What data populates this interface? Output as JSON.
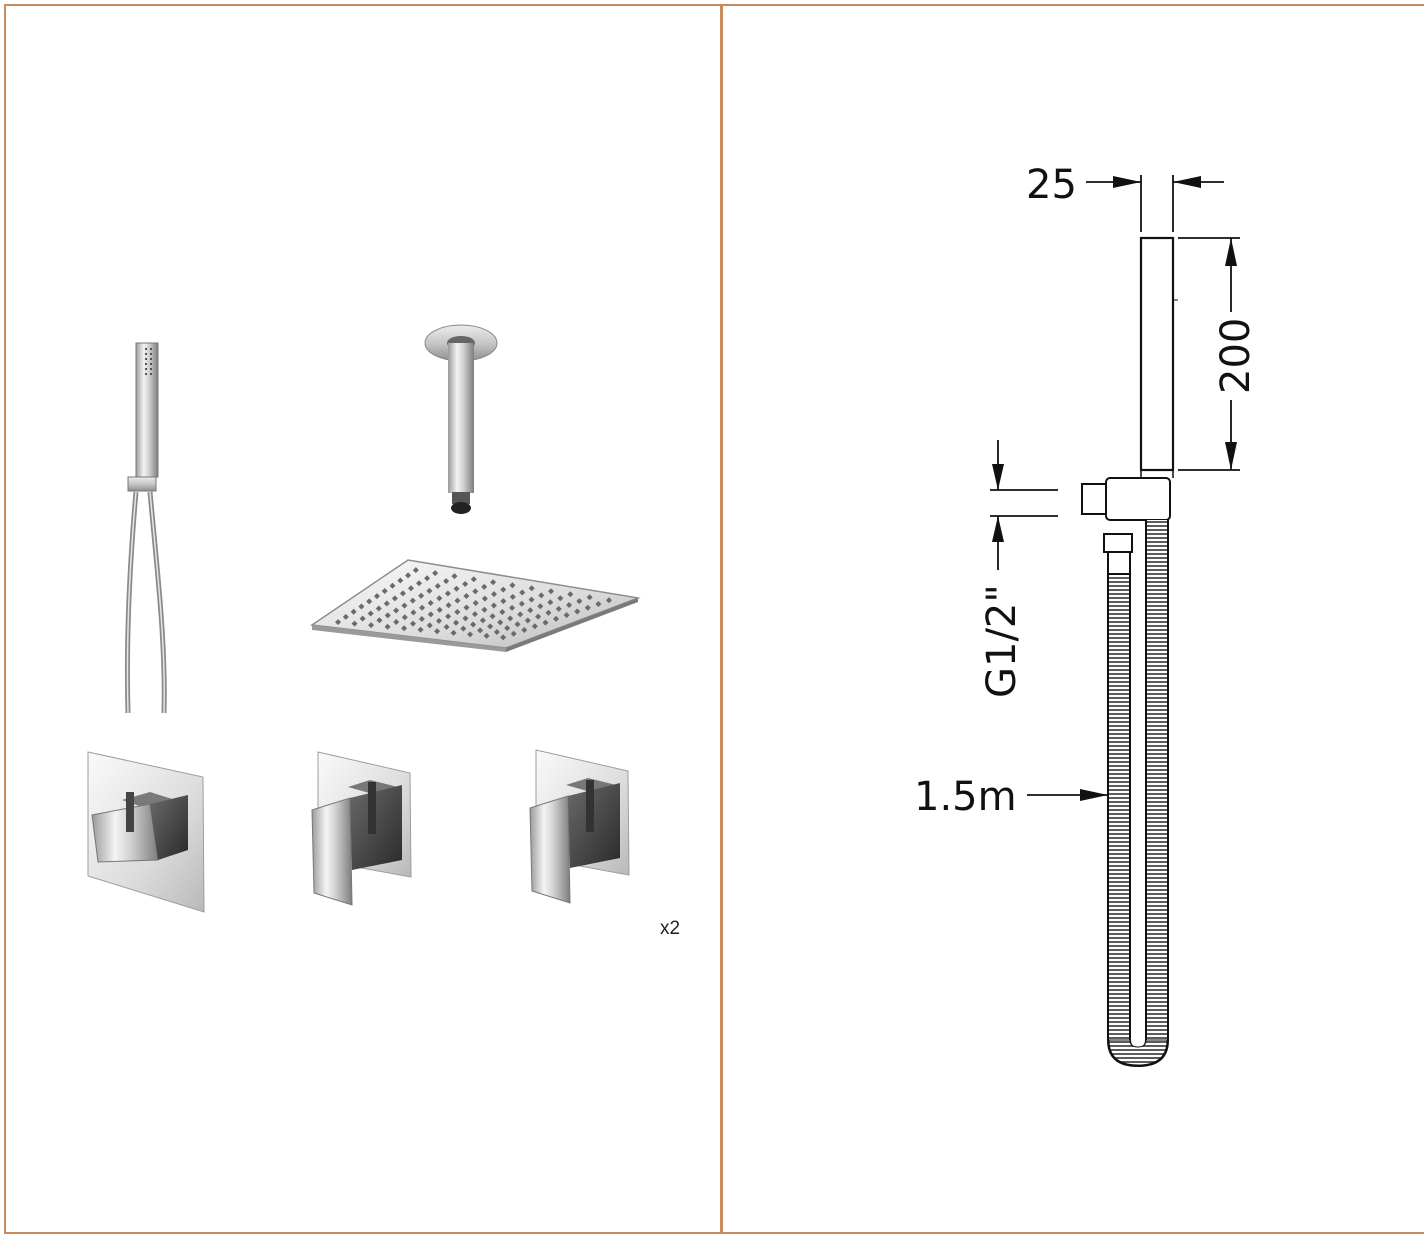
{
  "left_panel": {
    "quantity_label": "x2"
  },
  "right_panel": {
    "dimensions": {
      "width": "25",
      "height": "200",
      "thread": "G1/2\"",
      "hose_length": "1.5m"
    }
  }
}
